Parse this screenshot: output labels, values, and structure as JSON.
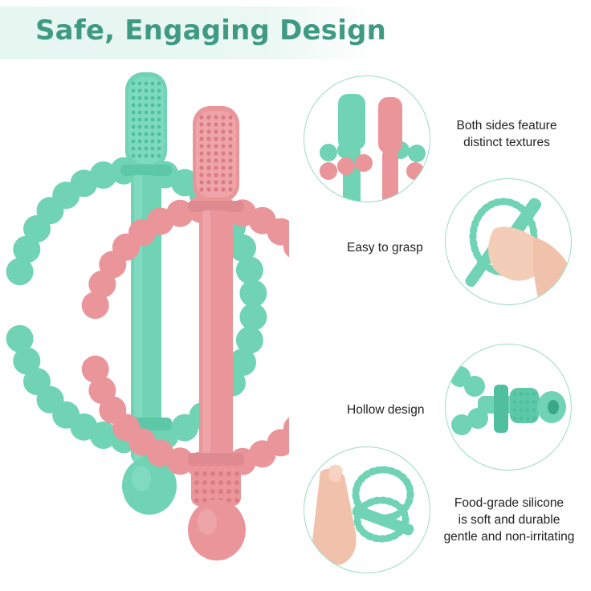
{
  "page": {
    "title": "Safe, Engaging Design"
  },
  "features": [
    {
      "icon": "textures-photo-icon",
      "lines": [
        "Both sides feature",
        "distinct textures"
      ]
    },
    {
      "icon": "grasp-photo-icon",
      "lines": [
        "Easy to grasp"
      ]
    },
    {
      "icon": "hollow-photo-icon",
      "lines": [
        "Hollow design"
      ]
    },
    {
      "icon": "silicone-photo-icon",
      "lines": [
        "Food-grade silicone",
        "is soft and durable",
        "gentle and non-irritating"
      ]
    }
  ],
  "colors": {
    "title": "#3f9a84",
    "mint": "#6fd3b4",
    "mint_dark": "#4fbf9e",
    "pink": "#e9959a",
    "pink_dark": "#d97d83",
    "circle_border": "#9adcc8",
    "banner": "#e6f6f1"
  }
}
